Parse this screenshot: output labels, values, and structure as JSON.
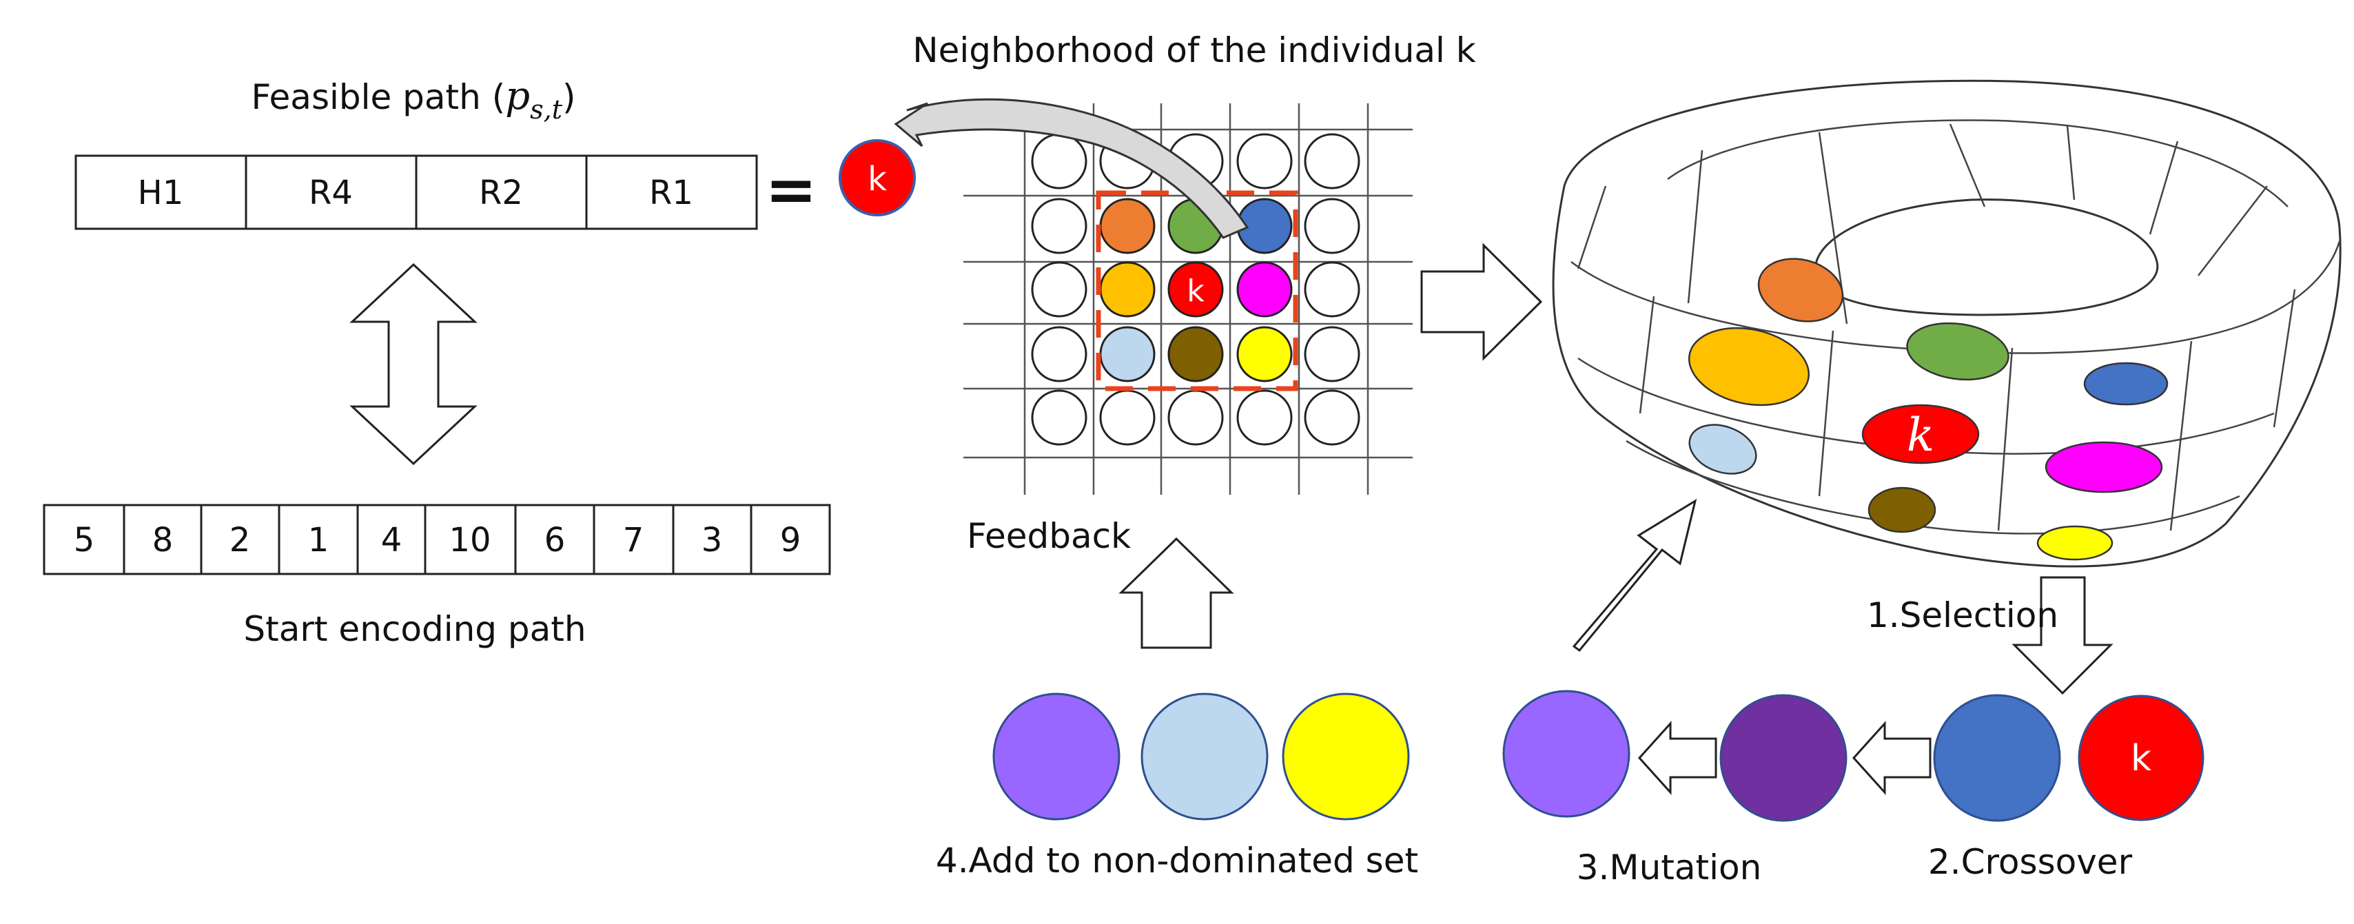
{
  "feasible_path": {
    "title_prefix": "Feasible path (",
    "title_var": "p",
    "title_sub": "s,t",
    "title_suffix": ")",
    "cells": [
      "H1",
      "R4",
      "R2",
      "R1"
    ],
    "equals": "="
  },
  "encoding": {
    "cells": [
      "5",
      "8",
      "2",
      "1",
      "4",
      "10",
      "6",
      "7",
      "3",
      "9"
    ],
    "label": "Start encoding path"
  },
  "individual_k": "k",
  "neighborhood": {
    "title": "Neighborhood of the individual k",
    "colors": [
      "#ED7D31",
      "#70AD47",
      "#4472C4",
      "#FFC000",
      "#FF0000",
      "#FF00FF",
      "#BDD7EE",
      "#7F6000",
      "#FFFF00"
    ]
  },
  "population_k": "k",
  "steps": {
    "selection": "1.Selection",
    "crossover": "2.Crossover",
    "mutation": "3.Mutation",
    "add_set": "4.Add to non-dominated set",
    "feedback": "Feedback"
  },
  "circle_colors": {
    "k": "#FF0000",
    "crossover": "#4472C4",
    "mutation_dark": "#7030A0",
    "mutation_light": "#9966FF",
    "set_1": "#9966FF",
    "set_2": "#BDD7EE",
    "set_3": "#FFFF00"
  }
}
